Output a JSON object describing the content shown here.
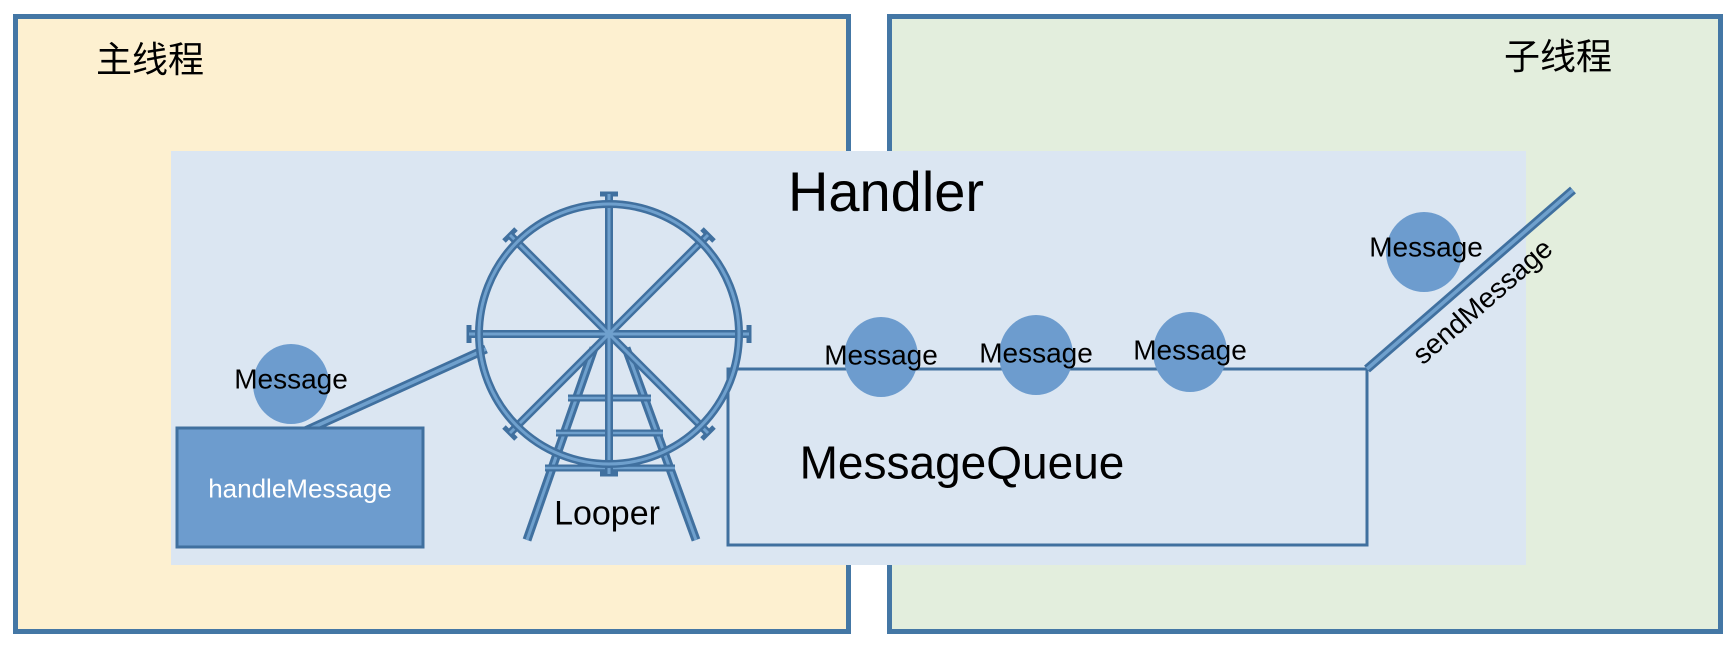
{
  "diagram": {
    "main_thread": {
      "label": "主线程"
    },
    "child_thread": {
      "label": "子线程"
    },
    "handler": {
      "title": "Handler"
    },
    "message_queue": {
      "title": "MessageQueue"
    },
    "looper": {
      "label": "Looper"
    },
    "handle_message": {
      "label": "handleMessage"
    },
    "send_message": {
      "label": "sendMessage"
    },
    "messages": {
      "incoming": {
        "label": "Message"
      },
      "queue": [
        {
          "label": "Message"
        },
        {
          "label": "Message"
        },
        {
          "label": "Message"
        }
      ],
      "outgoing": {
        "label": "Message"
      }
    },
    "colors": {
      "main_thread_bg": "#fdf0d0",
      "child_thread_bg": "#e3eedd",
      "handler_bg": "#dbe6f2",
      "shape_fill": "#6d9cce",
      "line": "#40709f",
      "line_light": "#6fa0cd",
      "box_border": "#4477a5",
      "text": "#000000",
      "handle_text": "#ffffff"
    }
  }
}
